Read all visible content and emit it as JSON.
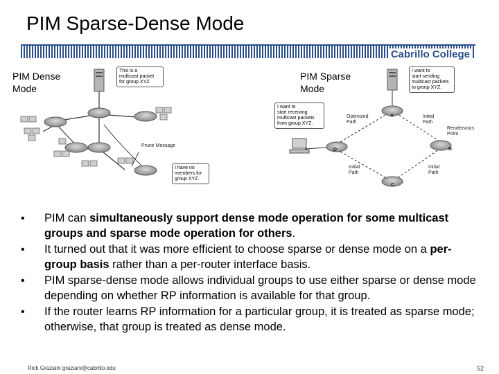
{
  "slide": {
    "title": "PIM Sparse-Dense Mode",
    "brand": "Cabrillo College"
  },
  "dense_diagram": {
    "label_line1": "PIM Dense",
    "label_line2": "Mode",
    "callout_source_line1": "This is a",
    "callout_source_line2": "multicast packet",
    "callout_source_line3": "for group XYZ.",
    "prune_label": "Prune Message",
    "callout_nomember_line1": "I have no",
    "callout_nomember_line2": "members for",
    "callout_nomember_line3": "group XYZ."
  },
  "sparse_diagram": {
    "label_line1": "PIM Sparse",
    "label_line2": "Mode",
    "callout_source_line1": "I want to",
    "callout_source_line2": "start sending",
    "callout_source_line3": "multicast packets",
    "callout_source_line4": "to group XYZ.",
    "callout_receiver_line1": "I want to",
    "callout_receiver_line2": "start receiving",
    "callout_receiver_line3": "multicast packets",
    "callout_receiver_line4": "from group XYZ.",
    "optimized_line1": "Optimized",
    "optimized_line2": "Path",
    "initial_top_line1": "Initial",
    "initial_top_line2": "Path",
    "rendezvous_line1": "Rendezvous",
    "rendezvous_line2": "Point",
    "initial_bl_line1": "Initial",
    "initial_bl_line2": "Path",
    "initial_br_line1": "Initial",
    "initial_br_line2": "Path",
    "router_a": "A",
    "router_b": "B",
    "router_c": "C",
    "router_d": "D"
  },
  "bullets": [
    {
      "parts": [
        {
          "text": "PIM can ",
          "bold": false
        },
        {
          "text": "simultaneously support dense mode operation for some multicast groups and sparse mode operation for others",
          "bold": true
        },
        {
          "text": ".",
          "bold": false
        }
      ]
    },
    {
      "parts": [
        {
          "text": "It turned out that it was more efficient to choose sparse or dense mode on a ",
          "bold": false
        },
        {
          "text": "per-group basis",
          "bold": true
        },
        {
          "text": " rather than a per-router interface basis.",
          "bold": false
        }
      ]
    },
    {
      "parts": [
        {
          "text": "PIM sparse-dense mode allows individual groups to use either sparse or dense mode depending on whether RP information is available for that group.",
          "bold": false
        }
      ]
    },
    {
      "parts": [
        {
          "text": "If the router learns RP information for a particular group, it is treated as sparse mode; otherwise, that group is treated as dense mode.",
          "bold": false
        }
      ]
    }
  ],
  "footer": {
    "author": "Rick Graziani  graziani@cabrillo.edu",
    "page_number": "52"
  },
  "colors": {
    "accent": "#2a4f8a",
    "router": "#9a9a9a"
  }
}
